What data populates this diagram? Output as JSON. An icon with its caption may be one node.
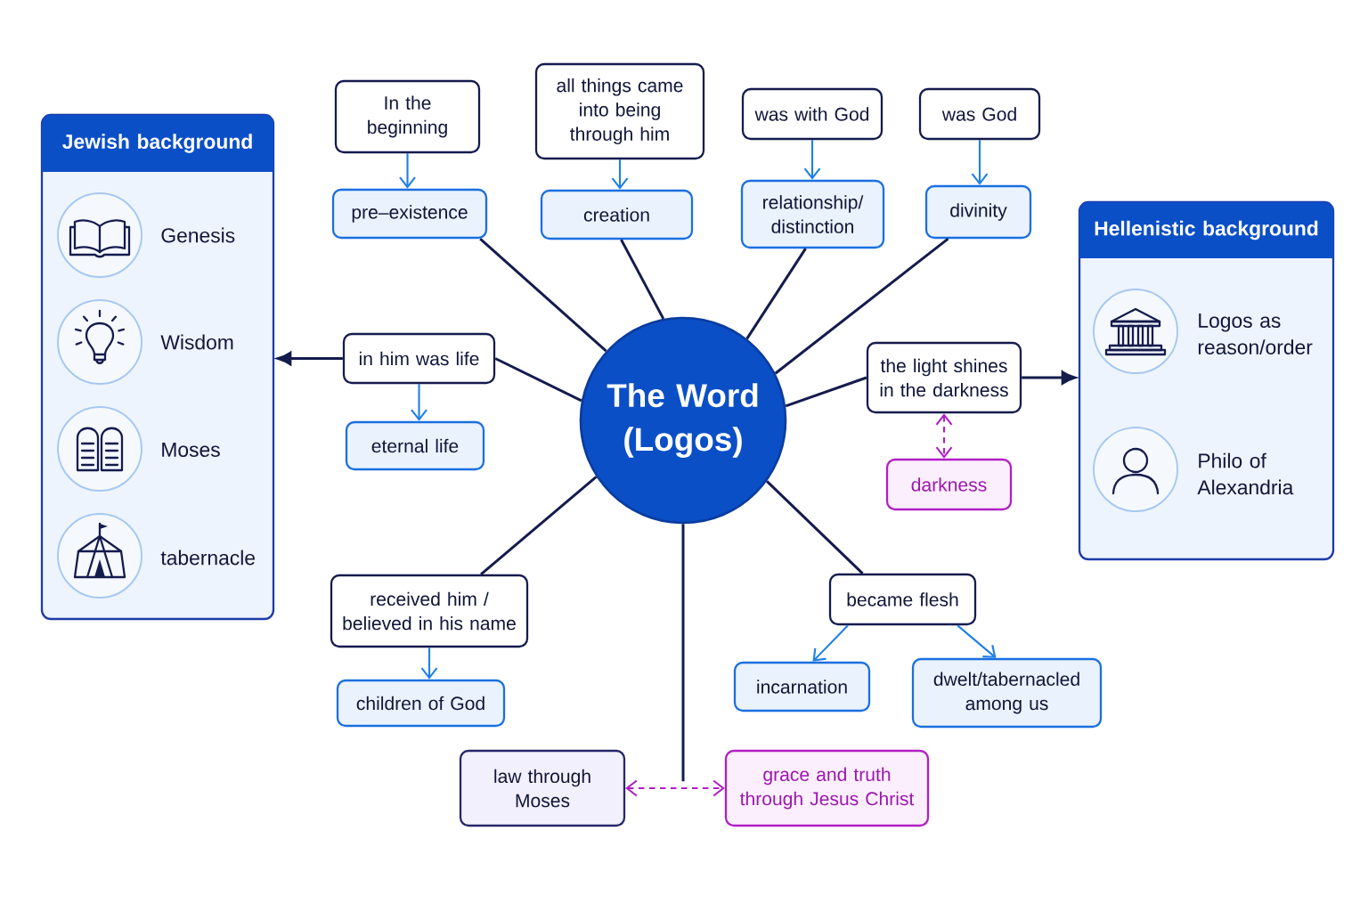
{
  "diagram": {
    "nodes": [
      {
        "text": [
          "Jewish background"
        ]
      },
      {
        "text": [
          "Genesis"
        ],
        "in": 0
      },
      {
        "text": [
          "Wisdom"
        ],
        "in": 0
      },
      {
        "text": [
          "Moses"
        ],
        "in": 0
      },
      {
        "text": [
          "tabernacle"
        ],
        "in": 0
      },
      {
        "text": [
          "In the beginning"
        ]
      },
      {
        "text": [
          "pre–existence"
        ]
      },
      {
        "text": [
          "all things came into being through him"
        ]
      },
      {
        "text": [
          "creation"
        ]
      },
      {
        "text": [
          "was with God"
        ]
      },
      {
        "text": [
          "relationship/ distinction"
        ]
      },
      {
        "text": [
          "was God"
        ]
      },
      {
        "text": [
          "divinity"
        ]
      },
      {
        "text": [
          "Hellenistic background"
        ]
      },
      {
        "text": [
          "Logos as reason/order"
        ],
        "in": 13
      },
      {
        "text": [
          "Philo of Alexandria"
        ],
        "in": 13
      },
      {
        "text": [
          "The Word (Logos)"
        ]
      },
      {
        "text": [
          "in him was life"
        ]
      },
      {
        "text": [
          "eternal life"
        ]
      },
      {
        "text": [
          "the light shines in the darkness"
        ]
      },
      {
        "text": [
          "darkness"
        ]
      },
      {
        "text": [
          "received him / believed in his name"
        ]
      },
      {
        "text": [
          "children of God"
        ]
      },
      {
        "text": [
          "became flesh"
        ]
      },
      {
        "text": [
          "incarnation"
        ]
      },
      {
        "text": [
          "dwelt/tabernacled among us"
        ]
      },
      {
        "text": [
          "law through Moses"
        ]
      },
      {
        "text": [
          "grace and truth through Jesus Christ"
        ]
      }
    ],
    "edges": [
      {
        "from": 5,
        "to": 6,
        "arrow": "to",
        "color": "#1e7fe8"
      },
      {
        "from": 7,
        "to": 8,
        "arrow": "to",
        "color": "#1e7fe8"
      },
      {
        "from": 9,
        "to": 10,
        "arrow": "to",
        "color": "#1e7fe8"
      },
      {
        "from": 11,
        "to": 12,
        "arrow": "to",
        "color": "#1e7fe8"
      },
      {
        "from": 16,
        "to": 6,
        "arrow": "none"
      },
      {
        "from": 16,
        "to": 8,
        "arrow": "none"
      },
      {
        "from": 16,
        "to": 10,
        "arrow": "none"
      },
      {
        "from": 16,
        "to": 12,
        "arrow": "none"
      },
      {
        "from": 17,
        "to": 18,
        "arrow": "to",
        "color": "#1e7fe8"
      },
      {
        "from": 16,
        "to": 17,
        "arrow": "none"
      },
      {
        "from": 17,
        "to": 0,
        "arrow": "to"
      },
      {
        "from": 16,
        "to": 19,
        "arrow": "none"
      },
      {
        "from": 19,
        "to": 13,
        "arrow": "to"
      },
      {
        "from": 19,
        "to": 20,
        "arrow": "both",
        "style": "dashed",
        "color": "#b01fc4"
      },
      {
        "from": 16,
        "to": 21,
        "arrow": "none"
      },
      {
        "from": 21,
        "to": 22,
        "arrow": "to",
        "color": "#1e7fe8"
      },
      {
        "from": 16,
        "to": 23,
        "arrow": "none"
      },
      {
        "from": 23,
        "to": 24,
        "arrow": "to",
        "color": "#1e7fe8"
      },
      {
        "from": 23,
        "to": 25,
        "arrow": "to",
        "color": "#1e7fe8"
      },
      {
        "from": 16,
        "to": null,
        "arrow": "none"
      },
      {
        "from": 26,
        "to": 27,
        "arrow": "both",
        "style": "dashed",
        "color": "#b01fc4"
      }
    ]
  }
}
